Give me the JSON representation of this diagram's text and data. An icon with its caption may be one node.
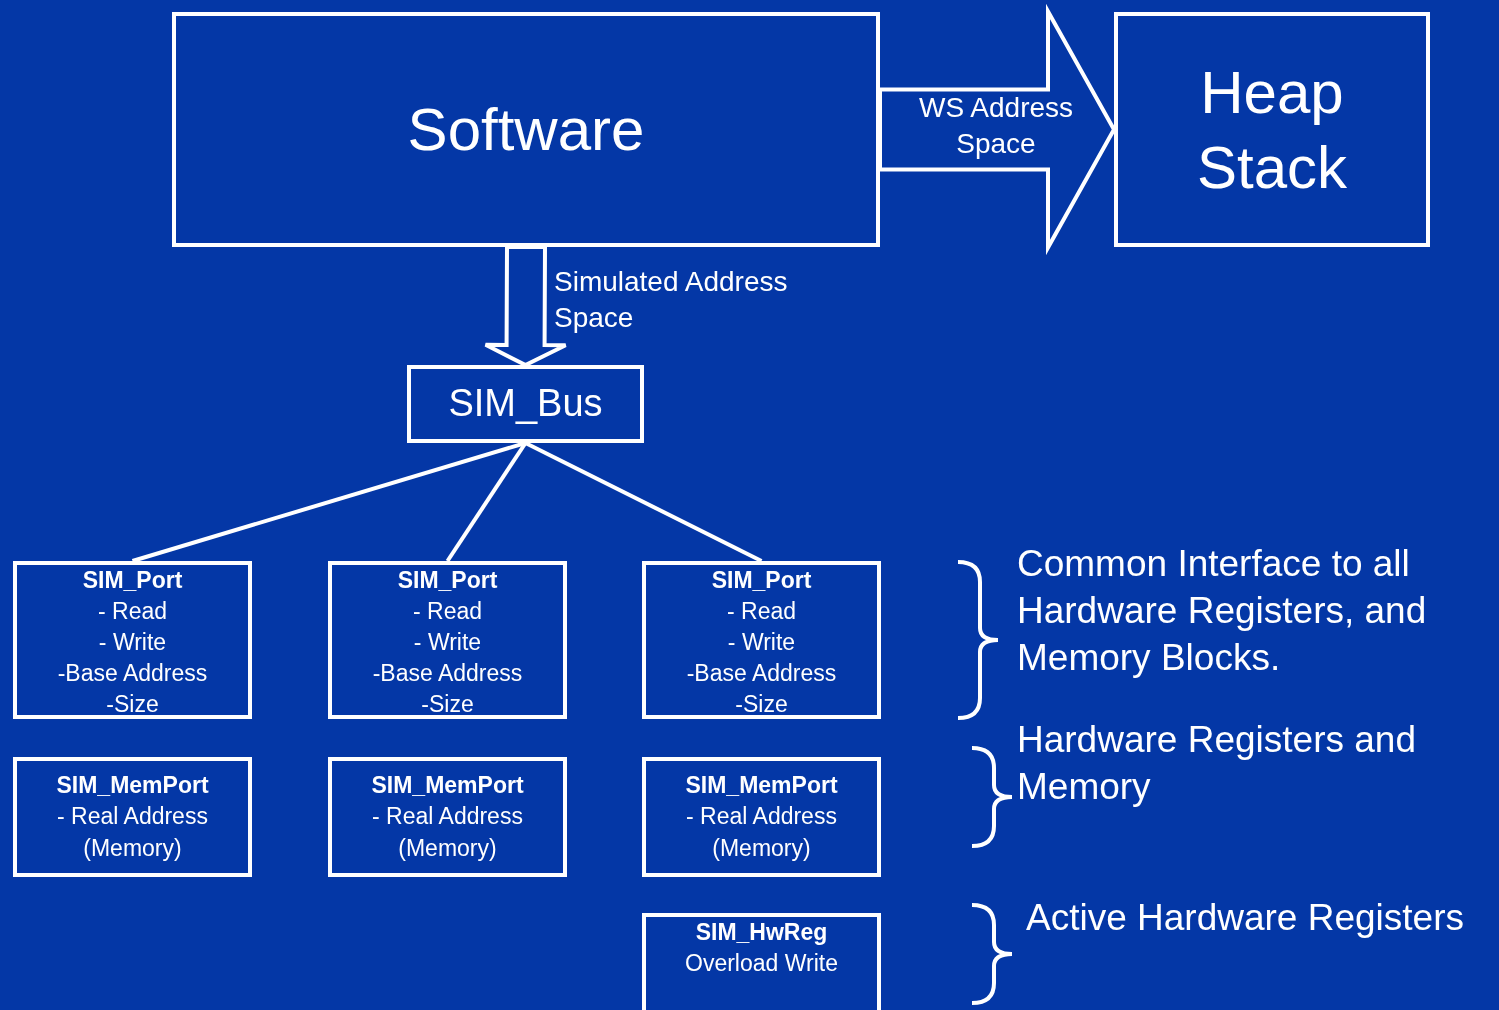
{
  "diagram": {
    "nodes": [
      {
        "text": [
          "Software"
        ]
      },
      {
        "text": [
          "Heap Stack"
        ]
      },
      {
        "text": [
          "SIM_Bus"
        ]
      },
      {
        "text": [
          "SIM_Port",
          "- Read",
          "- Write",
          "-Base Address",
          "-Size"
        ]
      },
      {
        "text": [
          "SIM_Port",
          "- Read",
          "- Write",
          "-Base Address",
          "-Size"
        ]
      },
      {
        "text": [
          "SIM_Port",
          "- Read",
          "- Write",
          "-Base Address",
          "-Size"
        ]
      },
      {
        "text": [
          "SIM_MemPort",
          "- Real Address",
          "(Memory)"
        ]
      },
      {
        "text": [
          "SIM_MemPort",
          "- Real Address",
          "(Memory)"
        ]
      },
      {
        "text": [
          "SIM_MemPort",
          "- Real Address",
          "(Memory)"
        ]
      },
      {
        "text": [
          "SIM_HwReg",
          "Overload Write"
        ]
      }
    ],
    "edges": [
      {
        "from": 0,
        "to": 1,
        "arrow": "to",
        "label": "WS Address Space",
        "style": "thick"
      },
      {
        "from": 0,
        "to": 2,
        "arrow": "to",
        "label": "Simulated Address Space",
        "style": "thick"
      },
      {
        "from": 2,
        "to": 3,
        "arrow": "none"
      },
      {
        "from": 2,
        "to": 4,
        "arrow": "none"
      },
      {
        "from": 2,
        "to": 5,
        "arrow": "none"
      }
    ],
    "labels": [
      "Common Interface to all Hardware Registers, and Memory Blocks.",
      "Hardware Registers and Memory",
      "Active Hardware Registers"
    ]
  }
}
